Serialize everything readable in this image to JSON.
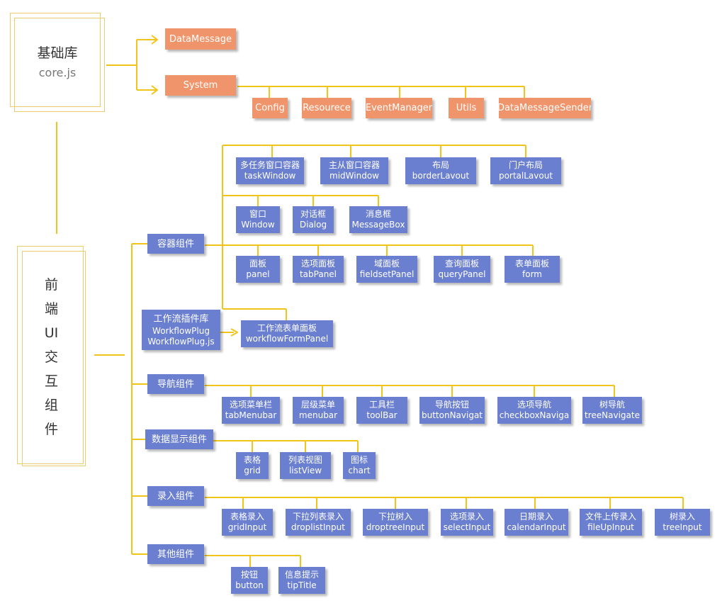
{
  "roots": {
    "core": {
      "title": "基础库",
      "subtitle": "core.js"
    },
    "ui": {
      "chars": [
        "前",
        "端",
        "UI",
        "交",
        "互",
        "组",
        "件"
      ]
    }
  },
  "core_nodes": {
    "data_message": "DataMessage",
    "system": "System",
    "system_children": [
      "Config",
      "Resourece",
      "EventManager",
      "Utils",
      "DataMessageSender"
    ]
  },
  "groups": {
    "container": "容器组件",
    "workflow_lib": {
      "line1": "工作流插件库",
      "line2": "WorkflowPlug",
      "line3": "WorkflowPlug.js"
    },
    "nav": "导航组件",
    "data_display": "数据显示组件",
    "input": "录入组件",
    "other": "其他组件"
  },
  "container": {
    "row1": [
      {
        "cn": "多任务窗口容器",
        "en": "taskWindow"
      },
      {
        "cn": "主从窗口容器",
        "en": "midWindow"
      },
      {
        "cn": "布局",
        "en": "borderLavout"
      },
      {
        "cn": "门户布局",
        "en": "portalLavout"
      }
    ],
    "row2": [
      {
        "cn": "窗口",
        "en": "Window"
      },
      {
        "cn": "对话框",
        "en": "Dialog"
      },
      {
        "cn": "消息框",
        "en": "MessageBox"
      }
    ],
    "row3": [
      {
        "cn": "面板",
        "en": "panel"
      },
      {
        "cn": "选项面板",
        "en": "tabPanel"
      },
      {
        "cn": "域面板",
        "en": "fieldsetPanel"
      },
      {
        "cn": "查询面板",
        "en": "queryPanel"
      },
      {
        "cn": "表单面板",
        "en": "form"
      }
    ],
    "workflow_panel": {
      "cn": "工作流表单面板",
      "en": "workflowFormPanel"
    }
  },
  "nav": [
    {
      "cn": "选项菜单栏",
      "en": "tabMenubar"
    },
    {
      "cn": "层级菜单",
      "en": "menubar"
    },
    {
      "cn": "工具栏",
      "en": "toolBar"
    },
    {
      "cn": "导航按钮",
      "en": "buttonNavigat"
    },
    {
      "cn": "选项导航",
      "en": "checkboxNaviga"
    },
    {
      "cn": "树导航",
      "en": "treeNavigate"
    }
  ],
  "data_display": [
    {
      "cn": "表格",
      "en": "grid"
    },
    {
      "cn": "列表视图",
      "en": "listView"
    },
    {
      "cn": "图标",
      "en": "chart"
    }
  ],
  "input": [
    {
      "cn": "表格录入",
      "en": "gridInput"
    },
    {
      "cn": "下拉列表录入",
      "en": "droplistInput"
    },
    {
      "cn": "下拉树入",
      "en": "droptreeInput"
    },
    {
      "cn": "选项录入",
      "en": "selectInput"
    },
    {
      "cn": "日期录入",
      "en": "calendarInput"
    },
    {
      "cn": "文件上传录入",
      "en": "fileUpInput"
    },
    {
      "cn": "树录入",
      "en": "treeInput"
    }
  ],
  "other": [
    {
      "cn": "按钮",
      "en": "button"
    },
    {
      "cn": "信息提示",
      "en": "tipTitle"
    }
  ],
  "colors": {
    "line": "#f0c419",
    "orange": "#f0956b",
    "blue": "#6b7fd0",
    "frame": "#eacd6c"
  }
}
